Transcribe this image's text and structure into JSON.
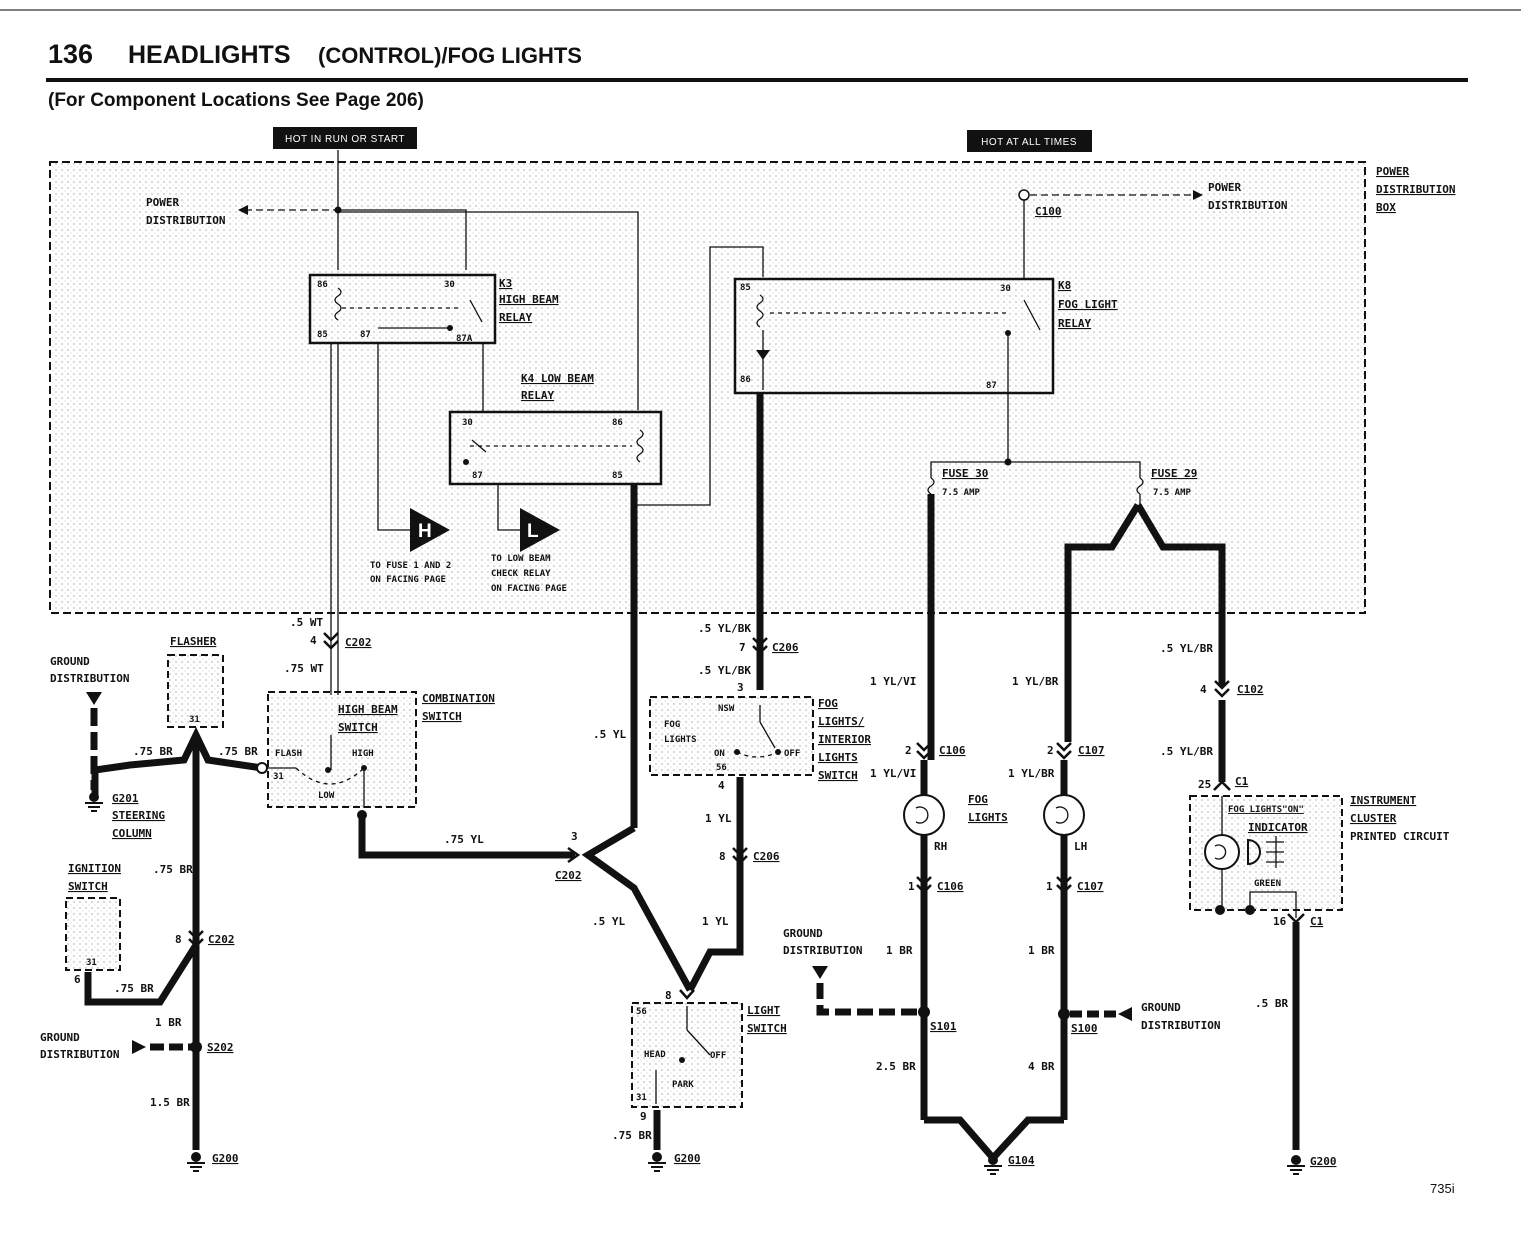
{
  "header": {
    "page_number": "136",
    "title": "HEADLIGHTS",
    "title_suffix": "(CONTROL)/FOG LIGHTS",
    "subtitle": "(For Component Locations See Page 206)",
    "footer_model": "735i"
  },
  "badges": {
    "hot_run": "HOT IN RUN OR START",
    "hot_always": "HOT AT ALL TIMES"
  },
  "pdb": {
    "line1": "POWER",
    "line2": "DISTRIBUTION",
    "line3": "BOX",
    "left_pd1": "POWER",
    "left_pd2": "DISTRIBUTION",
    "right_pd1": "POWER",
    "right_pd2": "DISTRIBUTION",
    "c100": "C100"
  },
  "relays": {
    "k3_id": "K3",
    "k3_l1": "HIGH BEAM",
    "k3_l2": "RELAY",
    "k4_l1": "K4 LOW BEAM",
    "k4_l2": "RELAY",
    "k8_id": "K8",
    "k8_l1": "FOG LIGHT",
    "k8_l2": "RELAY",
    "p86": "86",
    "p85": "85",
    "p30": "30",
    "p87": "87",
    "p87a": "87A"
  },
  "refs": {
    "h_letter": "H",
    "h_l1": "TO FUSE 1 AND 2",
    "h_l2": "ON FACING PAGE",
    "l_letter": "L",
    "l_l1": "TO LOW BEAM",
    "l_l2": "CHECK RELAY",
    "l_l3": "ON FACING PAGE"
  },
  "fuses": {
    "f30": "FUSE 30",
    "f30_amp": "7.5 AMP",
    "f29": "FUSE 29",
    "f29_amp": "7.5 AMP"
  },
  "wires": {
    "w5wt": ".5 WT",
    "w75wt": ".75 WT",
    "w75br": ".75 BR",
    "w5yl": ".5 YL",
    "w75yl": ".75 YL",
    "w5ylbk": ".5 YL/BK",
    "w1yl": "1 YL",
    "w1ylvi": "1 YL/VI",
    "w1ylbr": "1 YL/BR",
    "w5ylbr": ".5 YL/BR",
    "w1br": "1 BR",
    "w15br": "1.5 BR",
    "w25br": "2.5 BR",
    "w4br": "4 BR",
    "w5br": ".5 BR"
  },
  "connectors": {
    "c202": "C202",
    "c206": "C206",
    "c106": "C106",
    "c107": "C107",
    "c102": "C102",
    "c1": "C1",
    "s202": "S202",
    "s101": "S101",
    "s100": "S100",
    "g200": "G200",
    "g201": "G201",
    "g104": "G104",
    "n1": "1",
    "n2": "2",
    "n3": "3",
    "n4": "4",
    "n6": "6",
    "n7": "7",
    "n8": "8",
    "n9": "9",
    "n16": "16",
    "n25": "25",
    "n31": "31"
  },
  "components": {
    "flasher": "FLASHER",
    "ground": "GROUND",
    "distribution": "DISTRIBUTION",
    "steering1": "STEERING",
    "steering2": "COLUMN",
    "ignition1": "IGNITION",
    "ignition2": "SWITCH",
    "highbeam1": "HIGH BEAM",
    "highbeam2": "SWITCH",
    "combo1": "COMBINATION",
    "combo2": "SWITCH",
    "flash": "FLASH",
    "high": "HIGH",
    "low": "LOW",
    "nsw": "NSW",
    "fog": "FOG",
    "lights": "LIGHTS",
    "on": "ON",
    "off": "OFF",
    "p56": "56",
    "fogsw1": "FOG",
    "fogsw2": "LIGHTS/",
    "fogsw3": "INTERIOR",
    "fogsw4": "LIGHTS",
    "fogsw5": "SWITCH",
    "foglamps1": "FOG",
    "foglamps2": "LIGHTS",
    "rh": "RH",
    "lh": "LH",
    "light1": "LIGHT",
    "light2": "SWITCH",
    "head": "HEAD",
    "park": "PARK",
    "ind1": "FOG LIGHTS\"ON\"",
    "ind2": "INDICATOR",
    "green": "GREEN",
    "ic1": "INSTRUMENT",
    "ic2": "CLUSTER",
    "ic3": "PRINTED CIRCUIT"
  }
}
